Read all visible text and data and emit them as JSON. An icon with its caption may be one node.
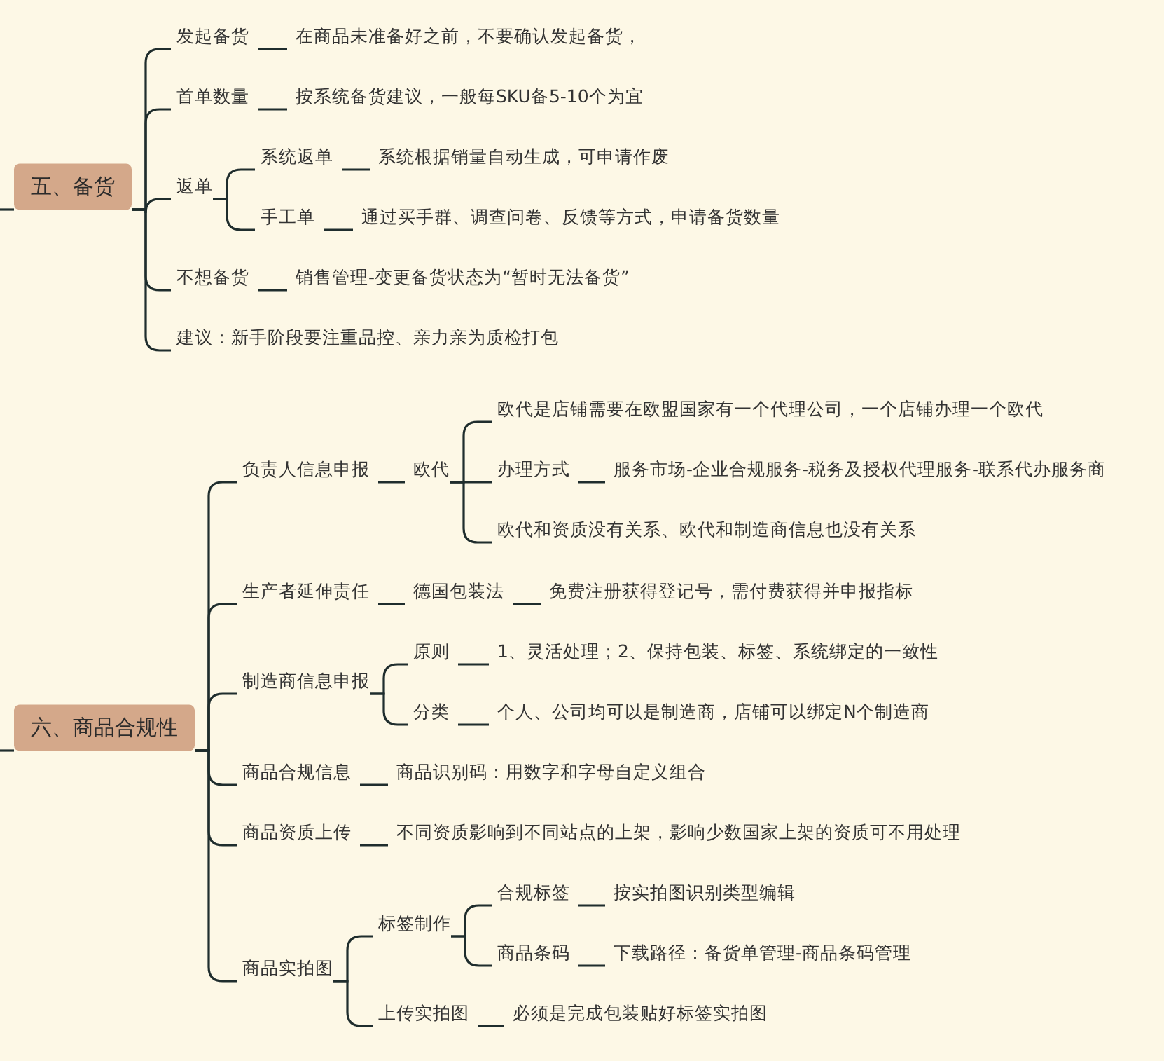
{
  "diagram": {
    "nodes": [
      {
        "text": [
          "五、备货"
        ]
      },
      {
        "text": [
          "发起备货"
        ]
      },
      {
        "text": [
          "在商品未准备好之前，不要确认发起备货，"
        ]
      },
      {
        "text": [
          "首单数量"
        ]
      },
      {
        "text": [
          "按系统备货建议，一般每SKU备5-10个为宜"
        ]
      },
      {
        "text": [
          "返单"
        ]
      },
      {
        "text": [
          "系统返单"
        ]
      },
      {
        "text": [
          "系统根据销量自动生成，可申请作废"
        ]
      },
      {
        "text": [
          "手工单"
        ]
      },
      {
        "text": [
          "通过买手群、调查问卷、反馈等方式，申请备货数量"
        ]
      },
      {
        "text": [
          "不想备货"
        ]
      },
      {
        "text": [
          "销售管理-变更备货状态为“暂时无法备货”"
        ]
      },
      {
        "text": [
          "建议：新手阶段要注重品控、亲力亲为质检打包"
        ]
      },
      {
        "text": [
          "六、商品合规性"
        ]
      },
      {
        "text": [
          "负责人信息申报"
        ]
      },
      {
        "text": [
          "欧代"
        ]
      },
      {
        "text": [
          "欧代是店铺需要在欧盟国家有一个代理公司，一个店铺办理一个欧代"
        ]
      },
      {
        "text": [
          "办理方式"
        ]
      },
      {
        "text": [
          "服务市场-企业合规服务-税务及授权代理服务-联系代办服务商"
        ]
      },
      {
        "text": [
          "欧代和资质没有关系、欧代和制造商信息也没有关系"
        ]
      },
      {
        "text": [
          "生产者延伸责任"
        ]
      },
      {
        "text": [
          "德国包装法"
        ]
      },
      {
        "text": [
          "免费注册获得登记号，需付费获得并申报指标"
        ]
      },
      {
        "text": [
          "制造商信息申报"
        ]
      },
      {
        "text": [
          "原则"
        ]
      },
      {
        "text": [
          "1、灵活处理；2、保持包装、标签、系统绑定的一致性"
        ]
      },
      {
        "text": [
          "分类"
        ]
      },
      {
        "text": [
          "个人、公司均可以是制造商，店铺可以绑定N个制造商"
        ]
      },
      {
        "text": [
          "商品合规信息"
        ]
      },
      {
        "text": [
          "商品识别码：用数字和字母自定义组合"
        ]
      },
      {
        "text": [
          "商品资质上传"
        ]
      },
      {
        "text": [
          "不同资质影响到不同站点的上架，影响少数国家上架的资质可不用处理"
        ]
      },
      {
        "text": [
          "商品实拍图"
        ]
      },
      {
        "text": [
          "标签制作"
        ]
      },
      {
        "text": [
          "合规标签"
        ]
      },
      {
        "text": [
          "按实拍图识别类型编辑"
        ]
      },
      {
        "text": [
          "商品条码"
        ]
      },
      {
        "text": [
          "下载路径：备货单管理-商品条码管理"
        ]
      },
      {
        "text": [
          "上传实拍图"
        ]
      },
      {
        "text": [
          "必须是完成包装贴好标签实拍图"
        ]
      }
    ],
    "edges": [
      {
        "from": null,
        "to": 0,
        "arrow": "none"
      },
      {
        "from": 0,
        "to": 1,
        "arrow": "none"
      },
      {
        "from": 0,
        "to": 3,
        "arrow": "none"
      },
      {
        "from": 0,
        "to": 5,
        "arrow": "none"
      },
      {
        "from": 0,
        "to": 10,
        "arrow": "none"
      },
      {
        "from": 0,
        "to": 12,
        "arrow": "none"
      },
      {
        "from": 1,
        "to": 2,
        "arrow": "none"
      },
      {
        "from": 3,
        "to": 4,
        "arrow": "none"
      },
      {
        "from": 5,
        "to": 6,
        "arrow": "none"
      },
      {
        "from": 5,
        "to": 8,
        "arrow": "none"
      },
      {
        "from": 6,
        "to": 7,
        "arrow": "none"
      },
      {
        "from": 8,
        "to": 9,
        "arrow": "none"
      },
      {
        "from": 10,
        "to": 11,
        "arrow": "none"
      },
      {
        "from": null,
        "to": 13,
        "arrow": "none"
      },
      {
        "from": 13,
        "to": 14,
        "arrow": "none"
      },
      {
        "from": 13,
        "to": 20,
        "arrow": "none"
      },
      {
        "from": 13,
        "to": 23,
        "arrow": "none"
      },
      {
        "from": 13,
        "to": 28,
        "arrow": "none"
      },
      {
        "from": 13,
        "to": 30,
        "arrow": "none"
      },
      {
        "from": 13,
        "to": 32,
        "arrow": "none"
      },
      {
        "from": 14,
        "to": 15,
        "arrow": "none"
      },
      {
        "from": 15,
        "to": 16,
        "arrow": "none"
      },
      {
        "from": 15,
        "to": 17,
        "arrow": "none"
      },
      {
        "from": 15,
        "to": 19,
        "arrow": "none"
      },
      {
        "from": 17,
        "to": 18,
        "arrow": "none"
      },
      {
        "from": 20,
        "to": 21,
        "arrow": "none"
      },
      {
        "from": 21,
        "to": 22,
        "arrow": "none"
      },
      {
        "from": 23,
        "to": 24,
        "arrow": "none"
      },
      {
        "from": 23,
        "to": 26,
        "arrow": "none"
      },
      {
        "from": 24,
        "to": 25,
        "arrow": "none"
      },
      {
        "from": 26,
        "to": 27,
        "arrow": "none"
      },
      {
        "from": 28,
        "to": 29,
        "arrow": "none"
      },
      {
        "from": 30,
        "to": 31,
        "arrow": "none"
      },
      {
        "from": 32,
        "to": 33,
        "arrow": "none"
      },
      {
        "from": 32,
        "to": 38,
        "arrow": "none"
      },
      {
        "from": 33,
        "to": 34,
        "arrow": "none"
      },
      {
        "from": 33,
        "to": 36,
        "arrow": "none"
      },
      {
        "from": 34,
        "to": 35,
        "arrow": "none"
      },
      {
        "from": 36,
        "to": 37,
        "arrow": "none"
      },
      {
        "from": 38,
        "to": 39,
        "arrow": "none"
      }
    ]
  }
}
